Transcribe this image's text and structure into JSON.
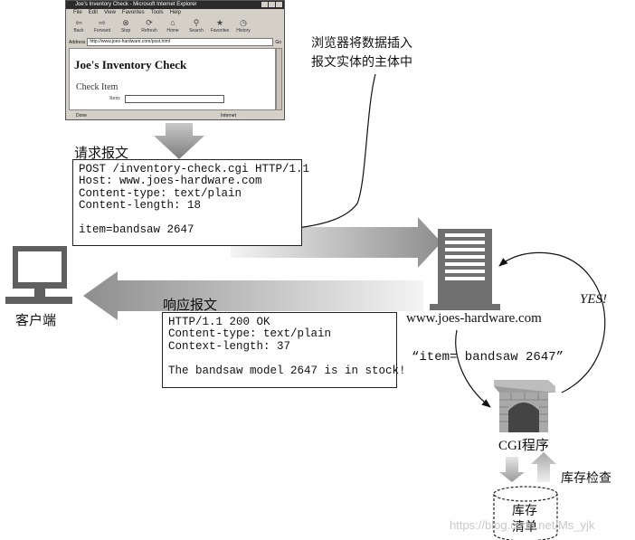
{
  "browser": {
    "title": "Joe's Inventory Check - Microsoft Internet Explorer",
    "menu": [
      "File",
      "Edit",
      "View",
      "Favorites",
      "Tools",
      "Help"
    ],
    "toolbar": [
      {
        "label": "Back",
        "icon": "back-arrow-icon"
      },
      {
        "label": "Forward",
        "icon": "forward-arrow-icon"
      },
      {
        "label": "Stop",
        "icon": "stop-icon"
      },
      {
        "label": "Refresh",
        "icon": "refresh-icon"
      },
      {
        "label": "Home",
        "icon": "home-icon"
      },
      {
        "label": "Search",
        "icon": "search-icon"
      },
      {
        "label": "Favorites",
        "icon": "favorites-icon"
      },
      {
        "label": "History",
        "icon": "history-icon"
      }
    ],
    "address_label": "Address",
    "url": "http://www.joes-hardware.com/post.html",
    "go": "Go",
    "page_heading": "Joe's Inventory Check",
    "form_title": "Check Item",
    "item_label": "Item:",
    "status_left": "Done",
    "status_right": "Internet"
  },
  "annotation_insert": [
    "浏览器将数据插入",
    "报文实体的主体中"
  ],
  "request": {
    "label": "请求报文",
    "lines": [
      "POST /inventory-check.cgi HTTP/1.1",
      "Host: www.joes-hardware.com",
      "Content-type: text/plain",
      "Content-length: 18",
      "",
      "item=bandsaw 2647"
    ]
  },
  "response": {
    "label": "响应报文",
    "lines": [
      "HTTP/1.1 200 OK",
      "Content-type: text/plain",
      "Context-length: 37",
      "",
      "The bandsaw model 2647 is in stock!"
    ]
  },
  "client_label": "客户端",
  "server_label": "www.joes-hardware.com",
  "cgi_query": "“item= bandsaw 2647”",
  "cgi_answer": "YES!",
  "cgi_label": "CGI程序",
  "inventory_check_label": "库存检查",
  "inventory_db": [
    "库存",
    "清单"
  ],
  "watermark": "https://blog.csdn.net/Ms_yjk",
  "colors": {
    "ink": "#111111",
    "arrow_dark": "#909090",
    "arrow_light": "#f2f2f2",
    "server": "#6f6f6f"
  }
}
